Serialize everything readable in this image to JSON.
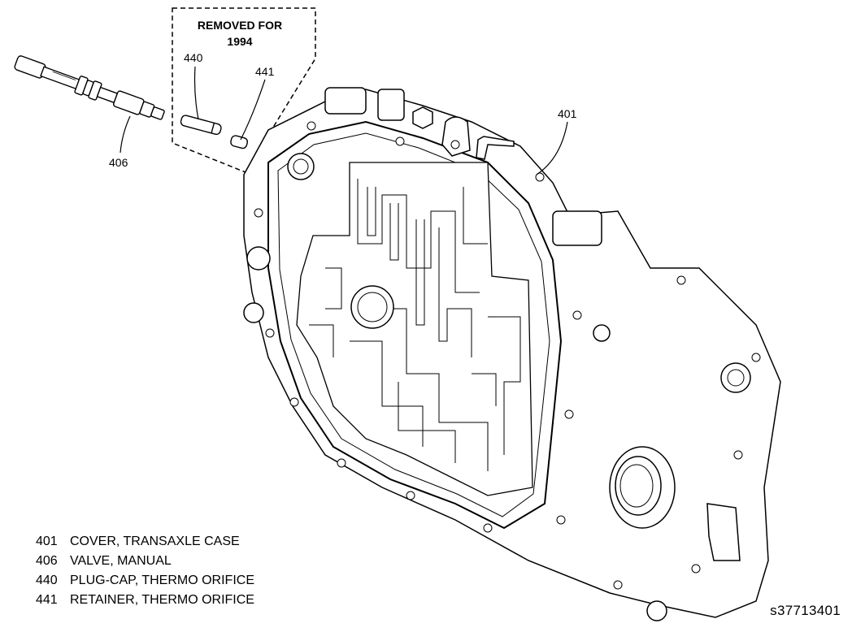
{
  "box_title_line1": "REMOVED FOR",
  "box_title_line2": "1994",
  "callouts": {
    "c401": "401",
    "c406": "406",
    "c440": "440",
    "c441": "441"
  },
  "legend": [
    {
      "num": "401",
      "text": "COVER, TRANSAXLE CASE"
    },
    {
      "num": "406",
      "text": "VALVE, MANUAL"
    },
    {
      "num": "440",
      "text": "PLUG-CAP, THERMO ORIFICE"
    },
    {
      "num": "441",
      "text": "RETAINER, THERMO ORIFICE"
    }
  ],
  "figure_id": "s37713401"
}
